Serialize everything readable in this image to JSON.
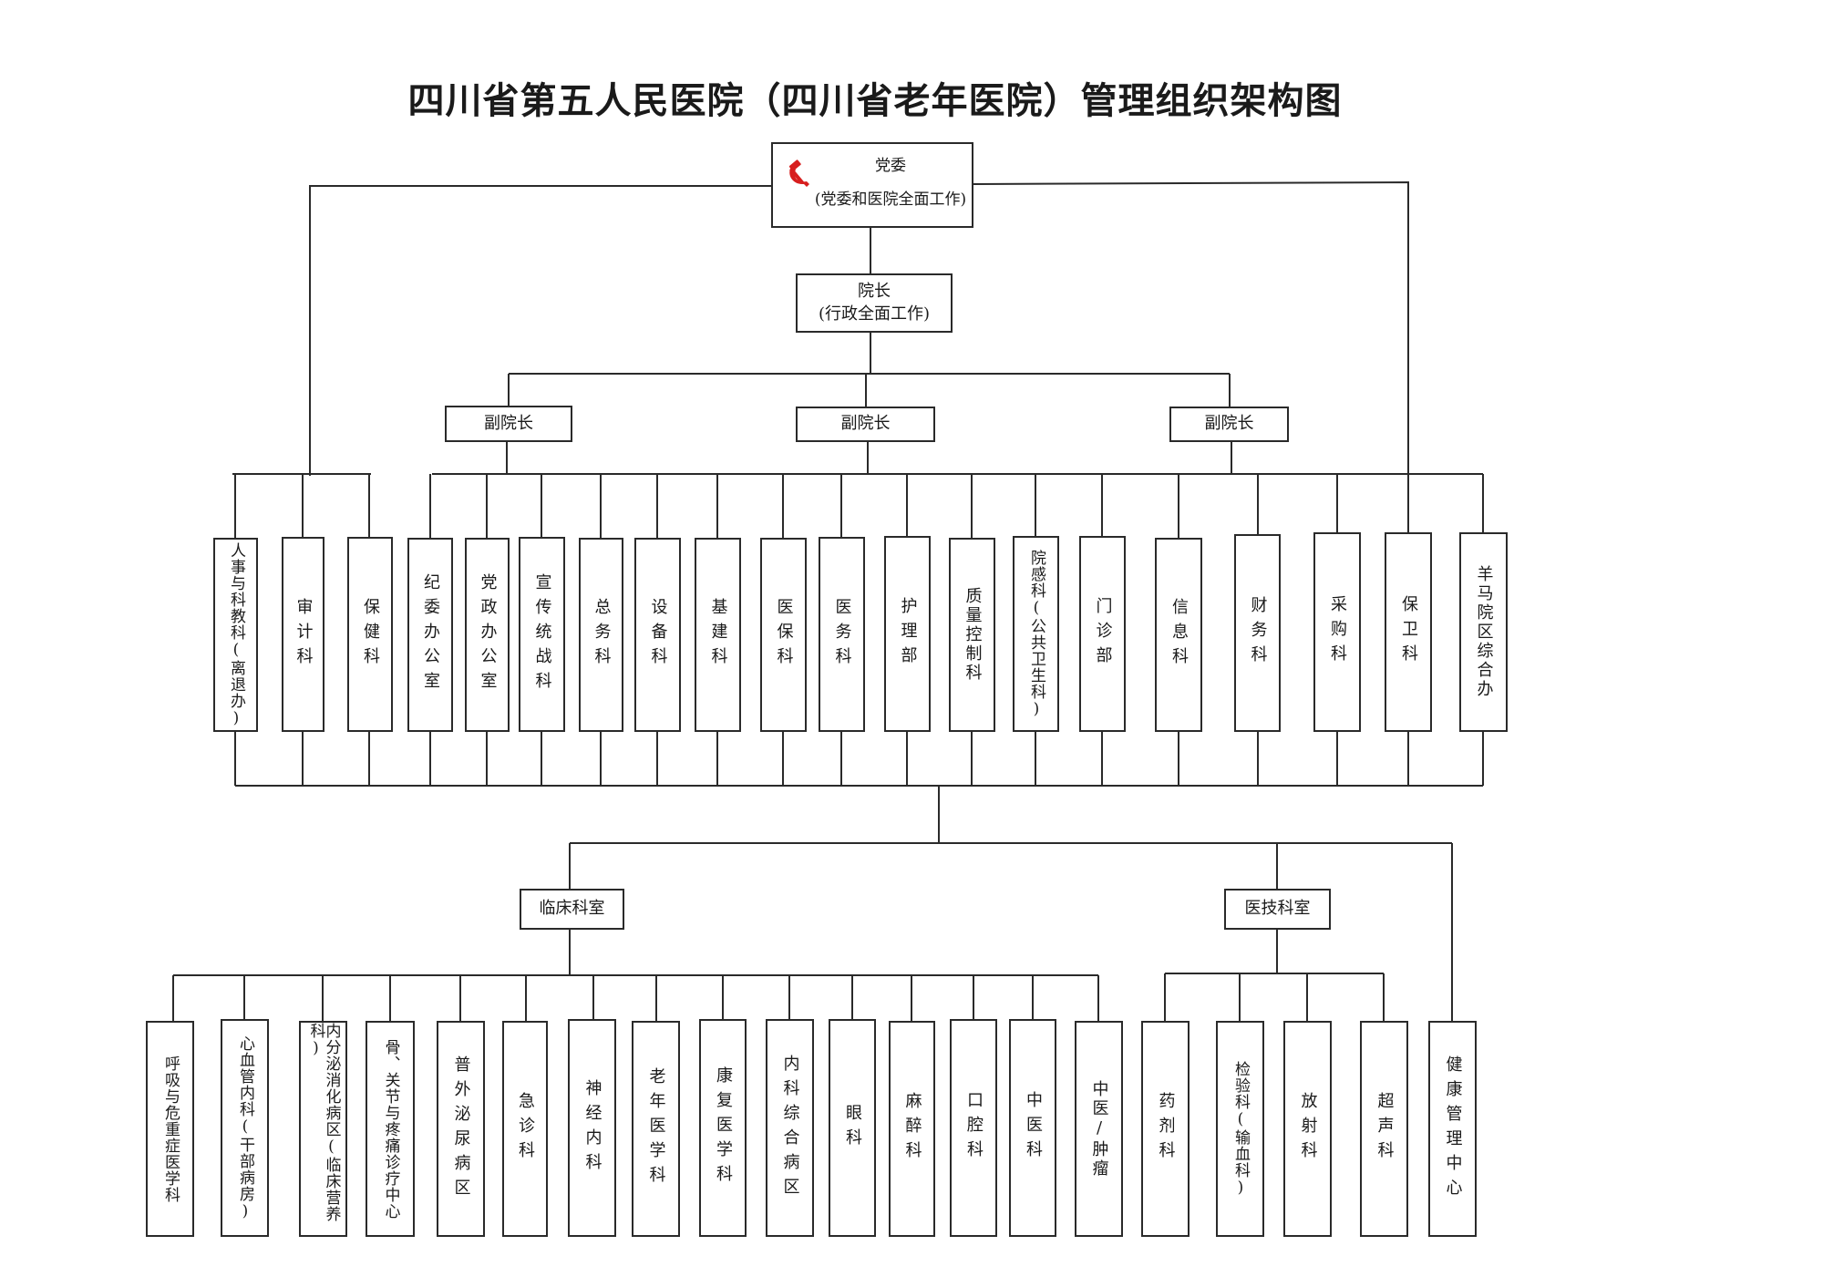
{
  "title": "四川省第五人民医院（四川省老年医院）管理组织架构图",
  "party": {
    "name": "党委",
    "duty": "(党委和医院全面工作)",
    "emblem_icon": "hammer-sickle-icon",
    "emblem_color": "#d71e1e"
  },
  "president": {
    "name": "院长",
    "duty": "(行政全面工作)"
  },
  "vice_presidents": [
    "副院长",
    "副院长",
    "副院长"
  ],
  "admin_departments": [
    "人事与科教科(离退办)",
    "审计科",
    "保健科",
    "纪委办公室",
    "党政办公室",
    "宣传统战科",
    "总务科",
    "设备科",
    "基建科",
    "医保科",
    "医务科",
    "护理部",
    "质量控制科",
    "院感科(公共卫生科)",
    "门诊部",
    "信息科",
    "财务科",
    "采购科",
    "保卫科",
    "羊马院区综合办"
  ],
  "divisions": {
    "clinical": "临床科室",
    "medtech": "医技科室"
  },
  "clinical_departments": [
    "呼吸与危重症医学科",
    "心血管内科(干部病房)",
    "内分泌消化病区(临床营养科)",
    "骨、关节与疼痛诊疗中心",
    "普外泌尿病区",
    "急诊科",
    "神经内科",
    "老年医学科",
    "康复医学科",
    "内科综合病区",
    "眼科",
    "麻醉科",
    "口腔科",
    "中医科",
    "中医/肿瘤"
  ],
  "medtech_departments": [
    "药剂科",
    "检验科(输血科)",
    "放射科",
    "超声科"
  ],
  "health_center": "健康管理中心"
}
